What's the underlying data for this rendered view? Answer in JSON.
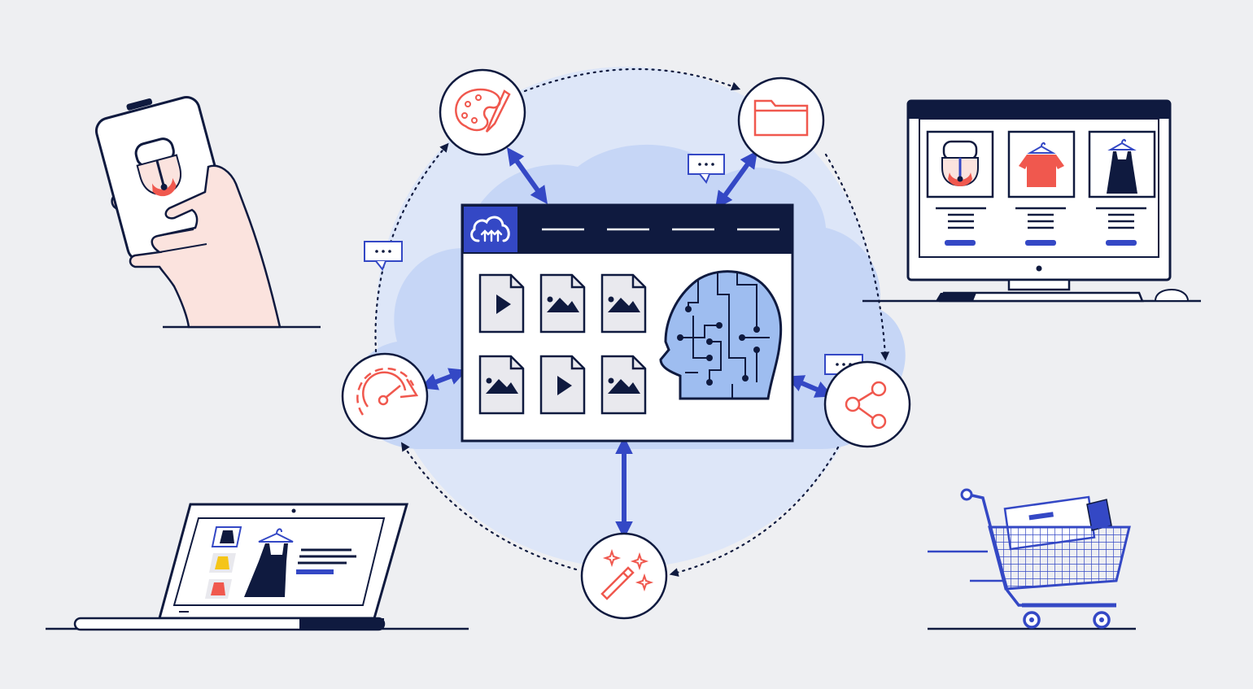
{
  "colors": {
    "background": "#eeeff2",
    "navy": "#0f1a3f",
    "blue_accent": "#3448c5",
    "cloud_light": "#dde6f8",
    "cloud_mid": "#c6d6f6",
    "brain_fill": "#9ebdf0",
    "coral": "#f0584e",
    "skin": "#fbe3de",
    "yellow": "#f5c518",
    "white": "#ffffff",
    "file_gray": "#e9e9ee"
  },
  "icons": {
    "logo": "cloudinary-cloud-logo",
    "top_left_node": "palette-brush-icon",
    "top_right_node": "folder-icon",
    "left_node": "speed-gauge-icon",
    "right_node": "share-icon",
    "bottom_node": "magic-wand-icon",
    "center": "ai-brain-circuit-icon"
  },
  "media_grid": [
    "video",
    "image",
    "image",
    "image",
    "video",
    "image"
  ]
}
